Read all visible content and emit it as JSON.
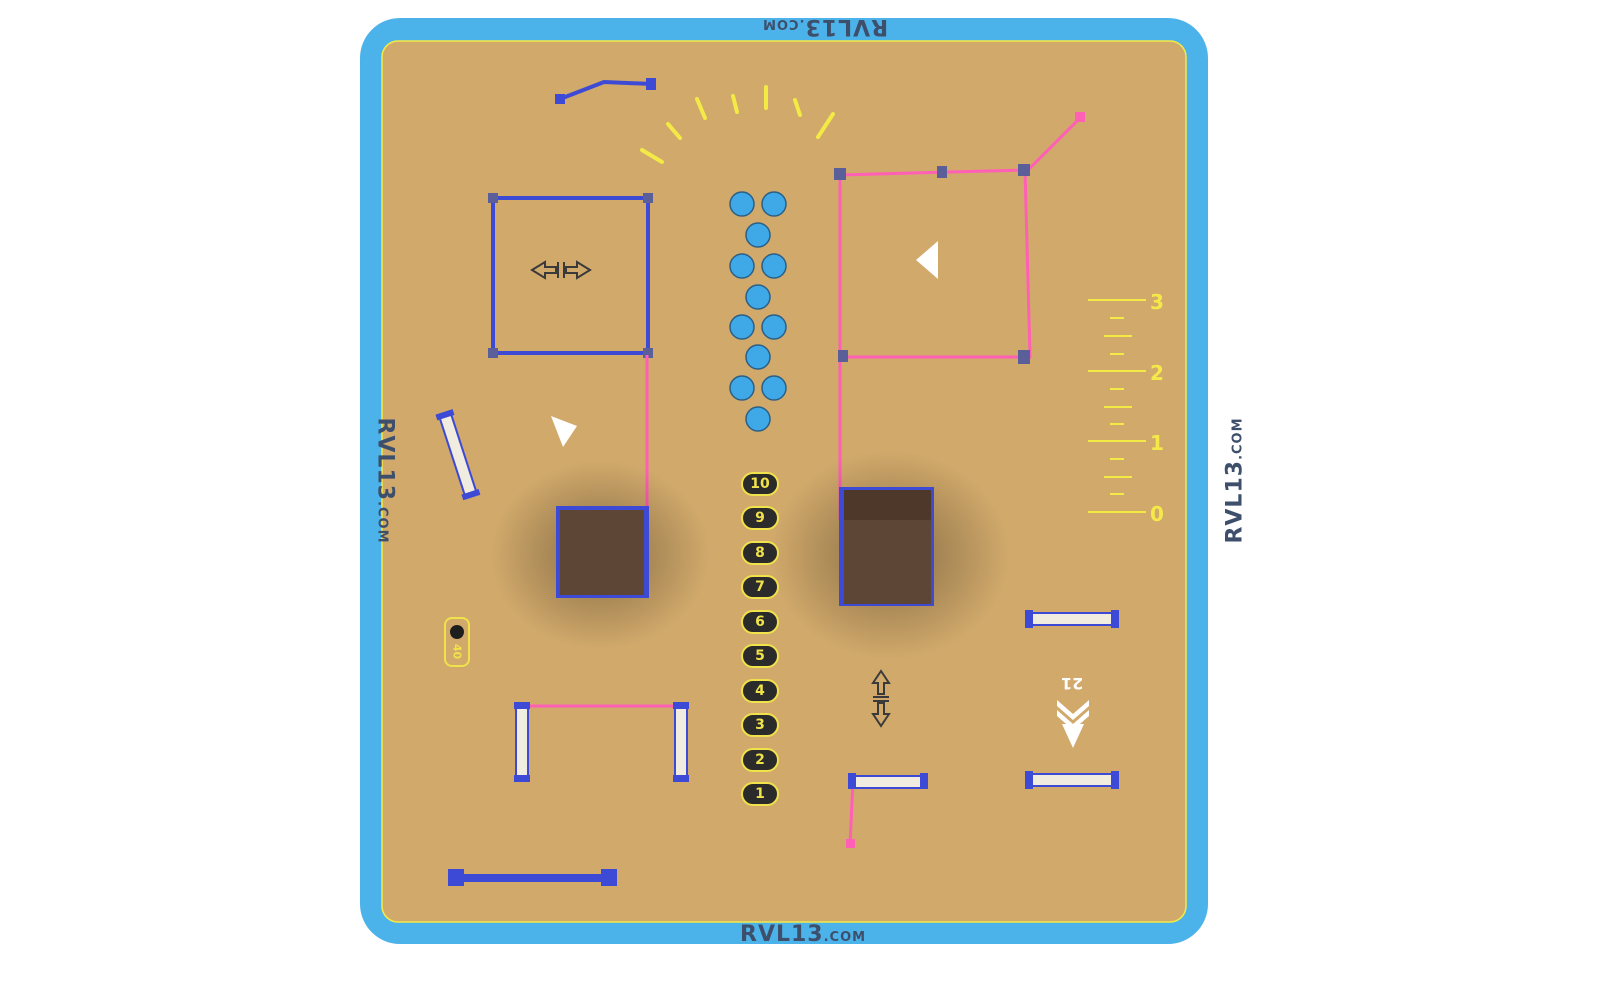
{
  "brand": {
    "name": "RVL13",
    "domain": ".COM"
  },
  "colors": {
    "border": "#4cb3ea",
    "surface": "#d1a96b",
    "line_yellow": "#f3ea46",
    "blue_frame": "#3d4ad6",
    "pink_line": "#ff5fb5",
    "box_brown": "#5e4636",
    "ball_blue": "#3fa9e8"
  },
  "height_scale": {
    "labels": [
      "3",
      "2",
      "1",
      "0"
    ]
  },
  "number_track": {
    "numbers": [
      "10",
      "9",
      "8",
      "7",
      "6",
      "5",
      "4",
      "3",
      "2",
      "1"
    ]
  },
  "ball_target": {
    "label": "40"
  },
  "stencil_marker": {
    "label": "21"
  },
  "icons": [
    "horizontal-arrows-icon",
    "vertical-arrows-icon",
    "triangle-arrow-icon",
    "chevron-arrows-icon"
  ]
}
